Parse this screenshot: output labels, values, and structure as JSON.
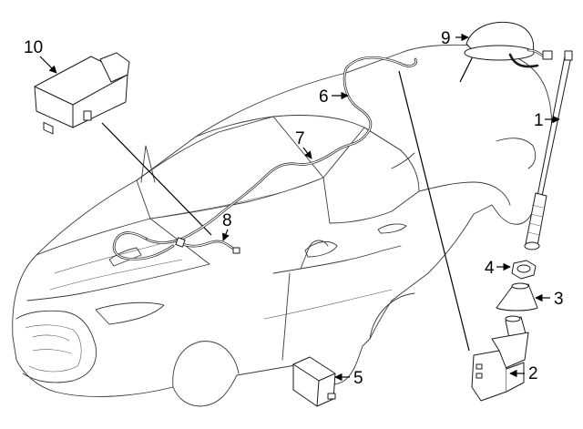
{
  "callouts": [
    {
      "id": "1",
      "label": "1",
      "part": "antenna-mast"
    },
    {
      "id": "2",
      "label": "2",
      "part": "antenna-base"
    },
    {
      "id": "3",
      "label": "3",
      "part": "bezel"
    },
    {
      "id": "4",
      "label": "4",
      "part": "nut"
    },
    {
      "id": "5",
      "label": "5",
      "part": "module"
    },
    {
      "id": "6",
      "label": "6",
      "part": "cable-rear"
    },
    {
      "id": "7",
      "label": "7",
      "part": "cable-center"
    },
    {
      "id": "8",
      "label": "8",
      "part": "cable-front"
    },
    {
      "id": "9",
      "label": "9",
      "part": "roof-antenna"
    },
    {
      "id": "10",
      "label": "10",
      "part": "control-module"
    }
  ]
}
